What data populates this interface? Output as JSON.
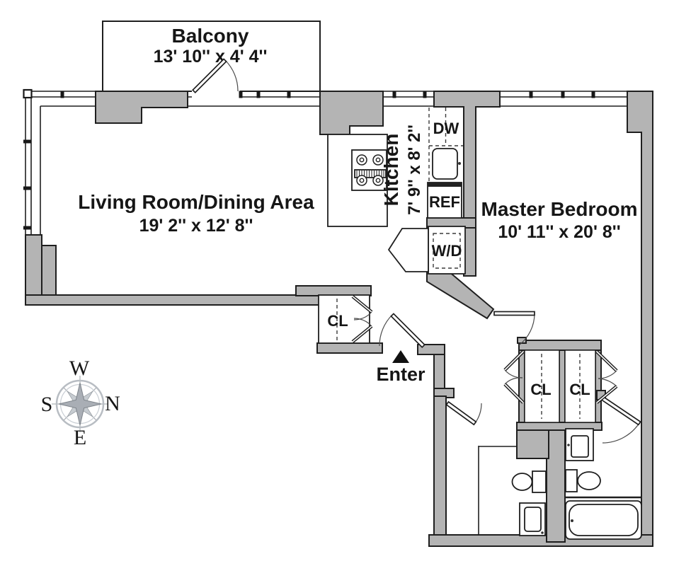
{
  "floor_plan": {
    "balcony": {
      "title": "Balcony",
      "dims": "13' 10'' x 4' 4''"
    },
    "living_room": {
      "title": "Living Room/Dining Area",
      "dims": "19' 2'' x 12' 8''"
    },
    "kitchen": {
      "title": "Kitchen",
      "dims": "7' 9'' x 8' 2''"
    },
    "master_bedroom": {
      "title": "Master Bedroom",
      "dims": "10' 11'' x 20' 8''"
    },
    "labels": {
      "dishwasher": "DW",
      "refrigerator": "REF",
      "washer_dryer": "W/D",
      "closet_entry": "CL",
      "closet_left": "CL",
      "closet_right": "CL",
      "enter": "Enter"
    },
    "compass": {
      "top": "W",
      "left": "S",
      "right": "N",
      "bottom": "E"
    },
    "colors": {
      "wall_fill": "#b4b4b4",
      "line": "#1f1f1f",
      "background": "#ffffff"
    }
  }
}
